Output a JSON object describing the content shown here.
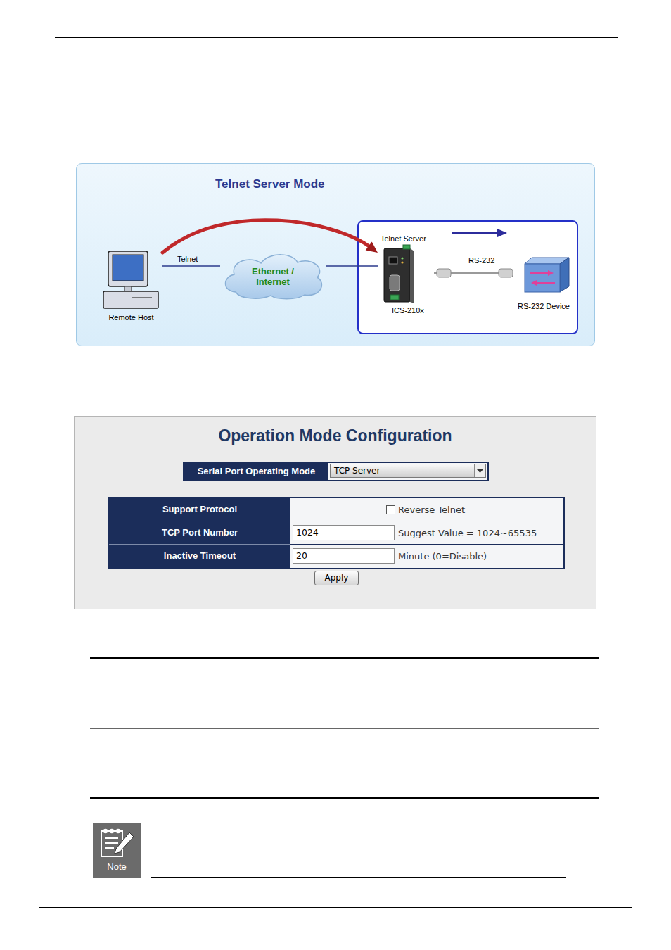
{
  "diagram": {
    "nodes": [
      {
        "text": [
          "Telnet Server Mode"
        ]
      },
      {
        "text": [
          "Remote Host"
        ],
        "in": 0
      },
      {
        "text": [
          "Ethernet / Internet"
        ],
        "in": 0
      },
      {
        "text": [
          "Telnet Server",
          "ICS-210x"
        ],
        "in": 0
      },
      {
        "text": [
          "RS-232 Device"
        ],
        "in": 0
      },
      {
        "text": [
          "Operation Mode Configuration"
        ]
      }
    ],
    "edges": [
      {
        "from": 1,
        "to": 2,
        "label": "Telnet",
        "arrow": "none"
      },
      {
        "from": 2,
        "to": 3,
        "arrow": "none"
      },
      {
        "from": 3,
        "to": 4,
        "label": "RS-232",
        "arrow": "none"
      },
      {
        "from": 1,
        "to": 3,
        "arrow": "to"
      }
    ],
    "labels": [
      "Serial Port Operating Mode",
      "TCP Server",
      "Support Protocol",
      "Reverse Telnet",
      "TCP Port Number",
      "1024",
      "Suggest Value = 1024~65535",
      "Inactive Timeout",
      "20",
      "Minute (0=Disable)",
      "Apply",
      "Note"
    ]
  }
}
